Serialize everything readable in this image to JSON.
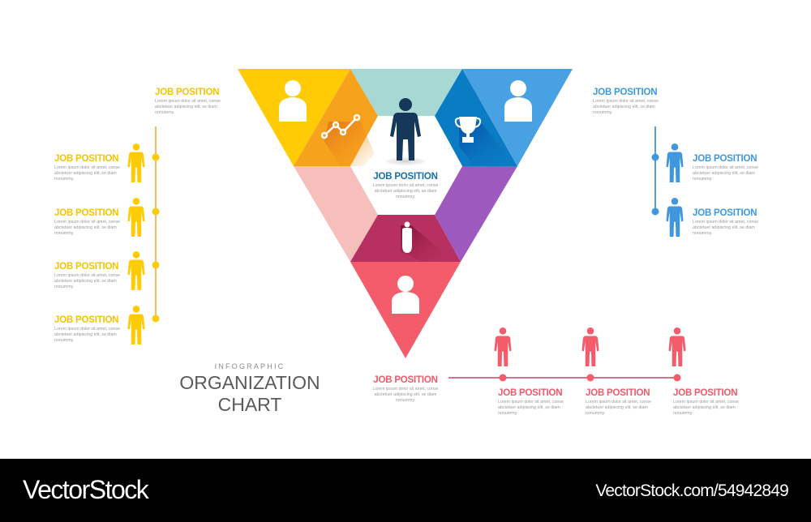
{
  "header": {
    "subtitle": "INFOGRAPHIC",
    "title_line1": "ORGANIZATION",
    "title_line2": "CHART"
  },
  "colors": {
    "yellow": "#ffcb05",
    "orange": "#f7a21d",
    "teal": "#a8d8d3",
    "deep_blue": "#0a7cc4",
    "light_blue": "#47a1e3",
    "pink": "#f7bfbc",
    "purple": "#9d59be",
    "crimson": "#b8305f",
    "coral": "#f45c6c",
    "navy_figure": "#14375a",
    "timeline_yellow": "#f5a623",
    "timeline_blue": "#1f7cc9",
    "timeline_red": "#c8426c"
  },
  "center": {
    "title": "JOB POSITION",
    "desc": "Lorem ipsum dolor sit amet, conse abctetuer adipiscing elit, se diam nonummy."
  },
  "yellow_head": {
    "title": "JOB POSITION",
    "desc": "Lorem ipsum dolor sit amet, conse abctetuer adipiscing elit, se diam nonummy."
  },
  "yellow_team": [
    {
      "title": "JOB POSITION",
      "desc": "Lorem ipsum dolor sit amet, conse abctetuer adipiscing elit, se diam nonummy."
    },
    {
      "title": "JOB POSITION",
      "desc": "Lorem ipsum dolor sit amet, conse abctetuer adipiscing elit, se diam nonummy."
    },
    {
      "title": "JOB POSITION",
      "desc": "Lorem ipsum dolor sit amet, conse abctetuer adipiscing elit, se diam nonummy."
    },
    {
      "title": "JOB POSITION",
      "desc": "Lorem ipsum dolor sit amet, conse abctetuer adipiscing elit, se diam nonummy."
    }
  ],
  "blue_head": {
    "title": "JOB POSITION",
    "desc": "Lorem ipsum dolor sit amet, conse abctetuer adipiscing elit, se diam nonummy."
  },
  "blue_team": [
    {
      "title": "JOB POSITION",
      "desc": "Lorem ipsum dolor sit amet, conse abctetuer adipiscing elit, se diam nonummy."
    },
    {
      "title": "JOB POSITION",
      "desc": "Lorem ipsum dolor sit amet, conse abctetuer adipiscing elit, se diam nonummy."
    }
  ],
  "red_head": {
    "title": "JOB POSITION",
    "desc": "Lorem ipsum dolor sit amet, conse abctetuer adipiscing elit, se diam nonummy."
  },
  "red_team": [
    {
      "title": "JOB POSITION",
      "desc": "Lorem ipsum dolor sit amet, conse abctetuer adipiscing elit, se diam nonummy."
    },
    {
      "title": "JOB POSITION",
      "desc": "Lorem ipsum dolor sit amet, conse abctetuer adipiscing elit, se diam nonummy."
    },
    {
      "title": "JOB POSITION",
      "desc": "Lorem ipsum dolor sit amet, conse abctetuer adipiscing elit, se diam nonummy."
    }
  ],
  "icons": {
    "yellow_segment": "user-bust-icon",
    "orange_segment": "line-chart-icon",
    "center": "person-standing-icon",
    "deep_blue_segment": "trophy-icon",
    "light_blue_segment": "user-bust-icon",
    "crimson_segment": "person-small-icon",
    "coral_segment": "user-bust-icon"
  },
  "footer": {
    "logo": "VectorStock",
    "url": "VectorStock.com/54942849"
  }
}
